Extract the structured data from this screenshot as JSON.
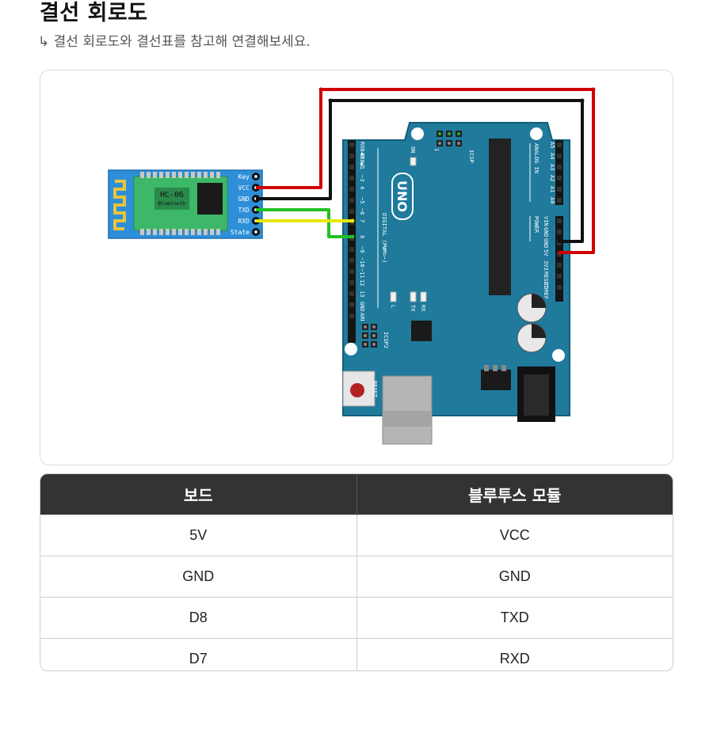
{
  "header": {
    "title": "결선 회로도",
    "subtitle": "↳ 결선 회로도와 결선표를 참고해 연결해보세요."
  },
  "module": {
    "name": "HC-06",
    "sub": "Bluetooth",
    "pins": [
      "Key",
      "VCC",
      "GND",
      "TXD",
      "RXD",
      "State"
    ]
  },
  "arduino": {
    "logo": "UNO",
    "on_label": "ON",
    "icsp_label": "ICSP",
    "icsp2_label": "ICSP2",
    "digital_label": "DIGITAL (PWM=~)",
    "digital_pins": [
      "RX0◀0",
      "TX0▶1",
      "2",
      "~3",
      "4",
      "~5",
      "~6",
      "7",
      "8",
      "~9",
      "~10",
      "~11",
      "12",
      "13",
      "GND",
      "AREF"
    ],
    "analog_label": "ANALOG IN",
    "analog_pins": [
      "A5",
      "A4",
      "A3",
      "A2",
      "A1",
      "A0"
    ],
    "power_label": "POWER",
    "power_pins": [
      "VIN",
      "GND",
      "GND",
      "5V",
      "3V3",
      "RESET",
      "IOREF"
    ],
    "led_labels": [
      "L",
      "TX",
      "RX"
    ],
    "reset_label": "RESET",
    "icsp_one": "1"
  },
  "table": {
    "headers": [
      "보드",
      "블루투스 모듈"
    ],
    "rows": [
      [
        "5V",
        "VCC"
      ],
      [
        "GND",
        "GND"
      ],
      [
        "D8",
        "TXD"
      ],
      [
        "D7",
        "RXD"
      ]
    ]
  },
  "colors": {
    "board": "#1f7a9c",
    "board_edge": "#155e7a",
    "module_board": "#2e8fd8",
    "module_chip": "#44b86a",
    "wire_red": "#d00000",
    "wire_black": "#111111",
    "wire_green": "#22c022",
    "wire_yellow": "#e8e800",
    "header_bg": "#333333"
  }
}
